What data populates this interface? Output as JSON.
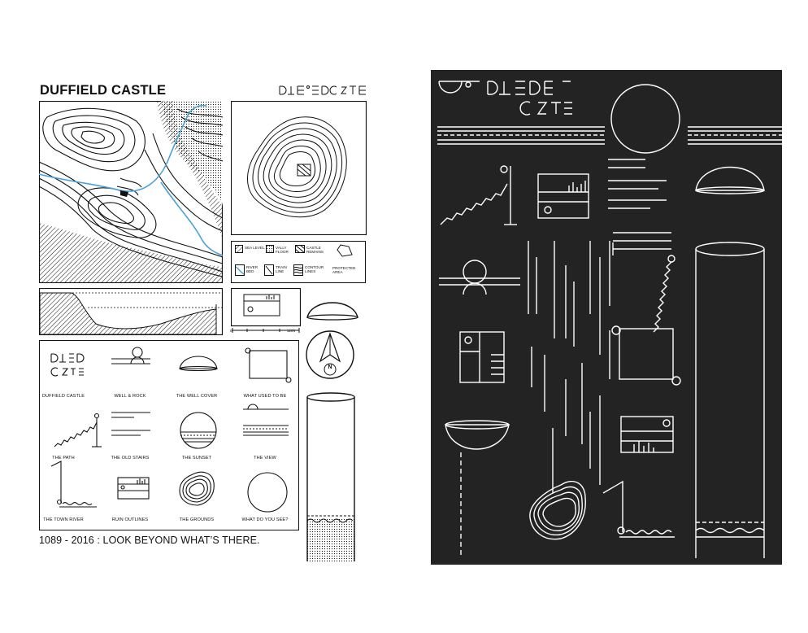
{
  "poster": {
    "title": "DUFFIELD CASTLE",
    "tagline": "1089 - 2016 : LOOK BEYOND WHAT’S THERE."
  },
  "legend": {
    "items": [
      {
        "label": "SEA LEVEL"
      },
      {
        "label": "VALLY FLOOR"
      },
      {
        "label": "CASTLE REMAINS"
      },
      {
        "label": "RIVER BED"
      },
      {
        "label": "TRAIN LINE"
      },
      {
        "label": "CONTOUR LINES"
      },
      {
        "label": "PROTECTED AREA"
      }
    ]
  },
  "scale": {
    "start": "0",
    "end": "120ft"
  },
  "compass": {
    "label": "N"
  },
  "grid": {
    "captions": [
      "DUFFIELD CASTLE",
      "WELL & ROCK",
      "THE WELL COVER",
      "WHAT USED TO BE",
      "THE PATH",
      "THE OLD STAIRS",
      "THE SUNSET",
      "THE VIEW",
      "THE TOWN RIVER",
      "RUIN OUTLINES",
      "THE GROUNDS",
      "WHAT DO YOU SEE?"
    ]
  },
  "colors": {
    "river": "#4aa3d8",
    "dark_bg": "#232323",
    "ink": "#111111"
  }
}
